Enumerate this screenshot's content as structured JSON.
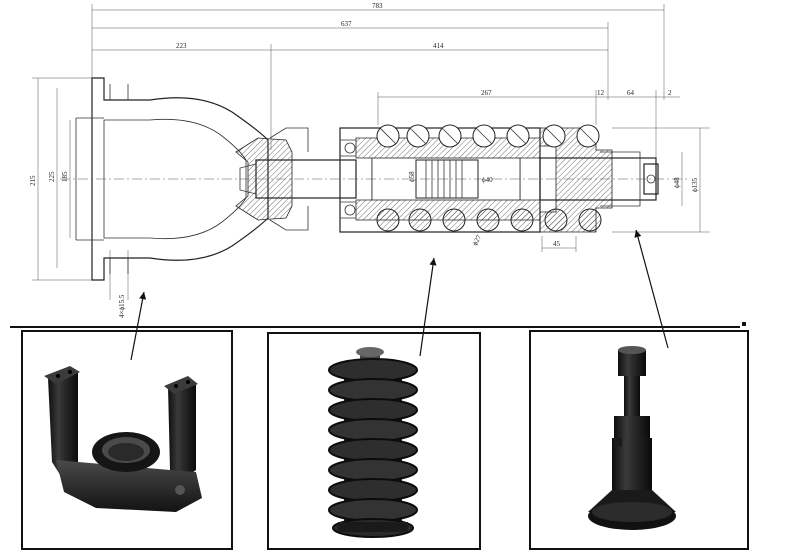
{
  "drawing": {
    "dimensions": {
      "overall_length": "783",
      "length_637": "637",
      "length_223": "223",
      "length_414": "414",
      "length_267": "267",
      "length_12": "12",
      "length_64": "64",
      "length_2": "2",
      "height_215": "215",
      "height_225": "225",
      "height_185": "185",
      "bolt_holes": "4×ϕ15.5",
      "dia_58": "ϕ58",
      "dia_40": "ϕ40",
      "dia_48": "ϕ48",
      "dia_135": "ϕ135",
      "wire_27": "ϕ27",
      "pitch_45": "45"
    }
  },
  "photos": {
    "yoke": "yoke-bracket-part",
    "spring": "recoil-spring-part",
    "cylinder": "tension-cylinder-part"
  },
  "colors": {
    "line": "#222222",
    "part": "#1c1c1c",
    "frame": "#111111"
  }
}
